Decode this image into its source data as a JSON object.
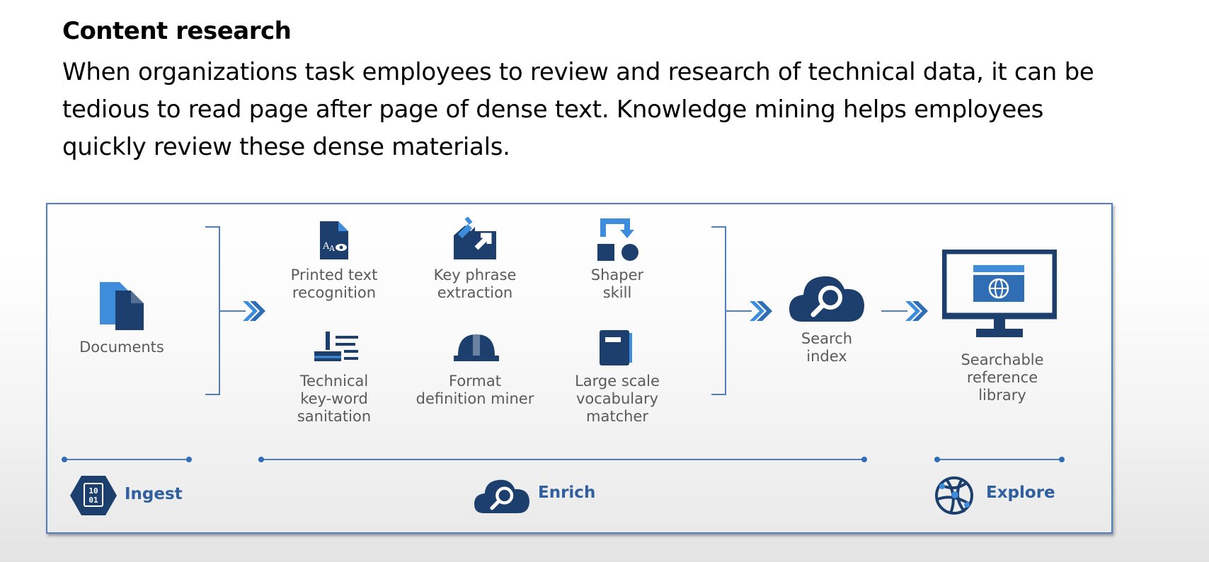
{
  "slide": {
    "title": "Content research",
    "body": "When organizations task employees to review and research of technical data, it can be tedious to read page after page of dense text. Knowledge mining helps employees quickly review these dense materials."
  },
  "diagram": {
    "documents_label": "Documents",
    "skills": [
      {
        "label": "Printed text\nrecognition",
        "icon": "document-eye-icon"
      },
      {
        "label": "Key phrase\nextraction",
        "icon": "key-phrase-icon"
      },
      {
        "label": "Shaper\nskill",
        "icon": "shaper-icon"
      },
      {
        "label": "Technical\nkey-word\nsanitation",
        "icon": "broom-icon"
      },
      {
        "label": "Format\ndefinition miner",
        "icon": "hardhat-icon"
      },
      {
        "label": "Large scale\nvocabulary\nmatcher",
        "icon": "notebook-icon"
      }
    ],
    "search_index_label": "Search\nindex",
    "library_label": "Searchable\nreference\nlibrary",
    "phases": {
      "ingest": "Ingest",
      "binary_top": "10",
      "binary_bottom": "01",
      "enrich": "Enrich",
      "explore": "Explore"
    },
    "colors": {
      "dark_blue": "#1d3f6e",
      "mid_blue": "#2f6db5",
      "light_blue": "#3e8ddd",
      "frame": "#4f7fc1"
    }
  }
}
